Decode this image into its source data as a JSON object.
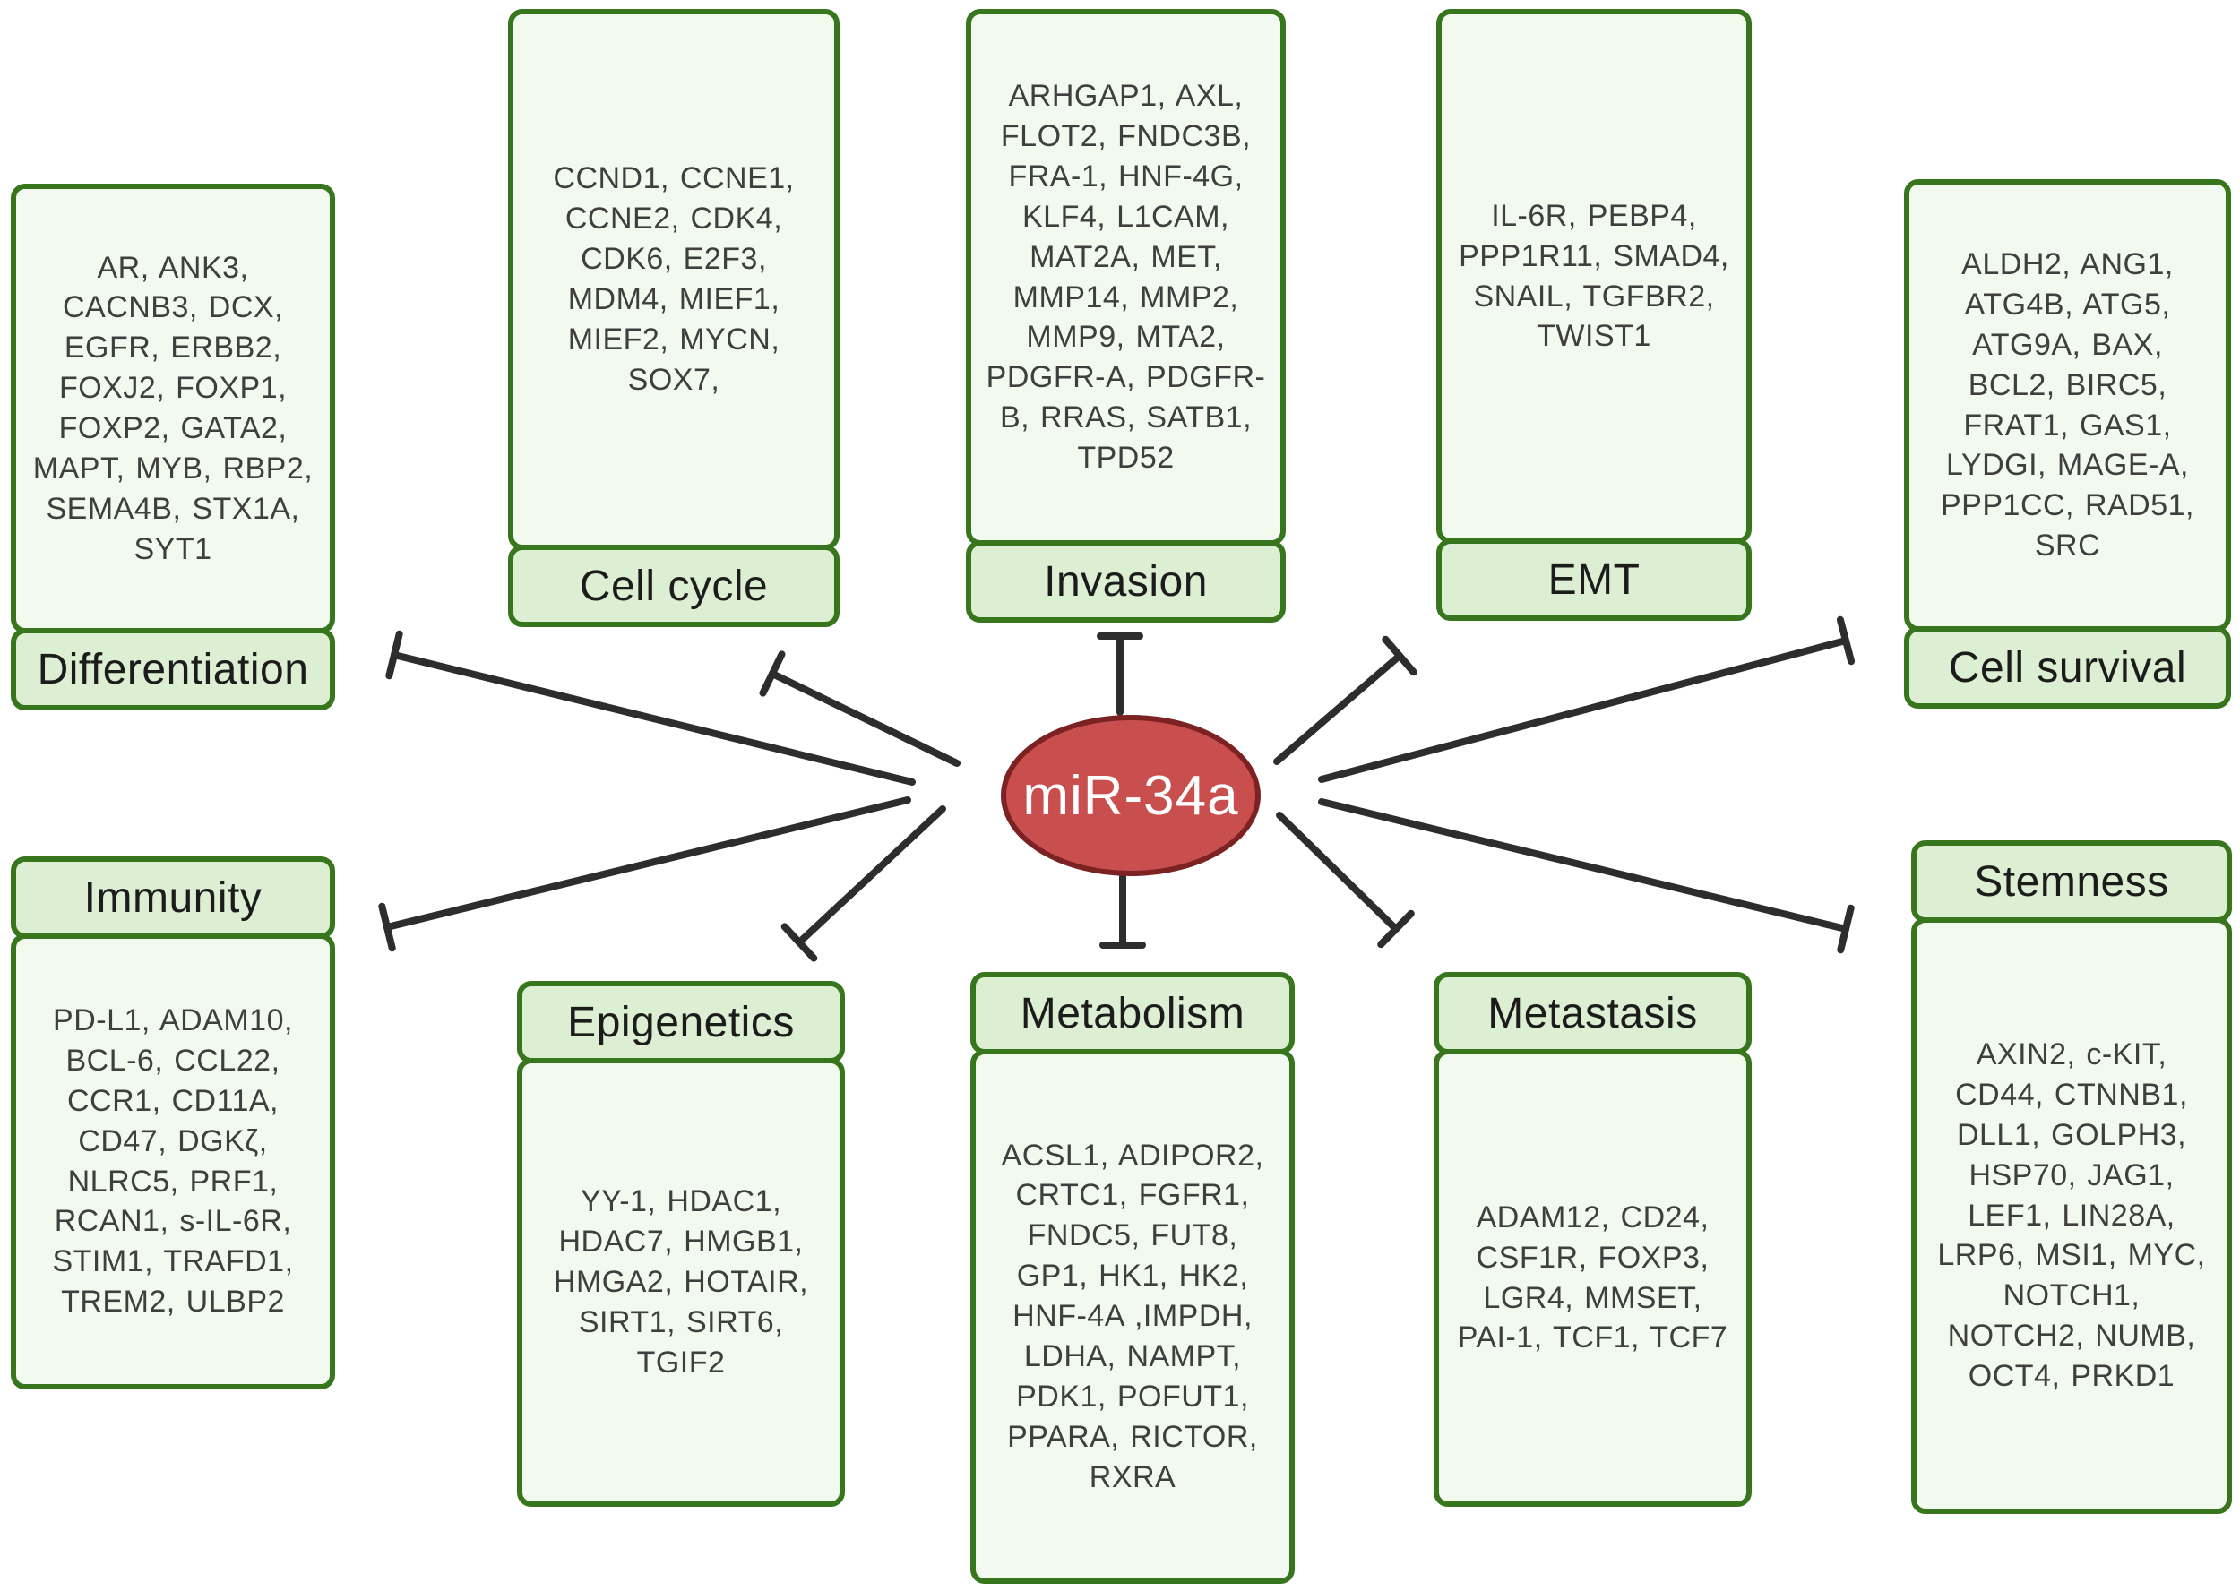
{
  "diagram": {
    "center_node": {
      "label": "miR-34a"
    },
    "relation_type": "inhibition",
    "categories": [
      {
        "id": "differentiation",
        "title": "Differentiation",
        "genes": "AR, ANK3, CACNB3, DCX, EGFR, ERBB2, FOXJ2, FOXP1, FOXP2, GATA2, MAPT, MYB, RBP2, SEMA4B, STX1A, SYT1"
      },
      {
        "id": "cell-cycle",
        "title": "Cell cycle",
        "genes": "CCND1, CCNE1, CCNE2, CDK4, CDK6, E2F3, MDM4, MIEF1, MIEF2, MYCN, SOX7,"
      },
      {
        "id": "invasion",
        "title": "Invasion",
        "genes": "ARHGAP1, AXL, FLOT2, FNDC3B, FRA-1, HNF-4G, KLF4, L1CAM, MAT2A, MET, MMP14, MMP2, MMP9, MTA2, PDGFR-A, PDGFR-B, RRAS, SATB1, TPD52"
      },
      {
        "id": "emt",
        "title": "EMT",
        "genes": "IL-6R, PEBP4, PPP1R11, SMAD4, SNAIL, TGFBR2, TWIST1"
      },
      {
        "id": "cell-survival",
        "title": "Cell survival",
        "genes": "ALDH2, ANG1, ATG4B, ATG5, ATG9A, BAX, BCL2, BIRC5, FRAT1, GAS1, LYDGI, MAGE-A, PPP1CC, RAD51, SRC"
      },
      {
        "id": "immunity",
        "title": "Immunity",
        "genes": "PD-L1, ADAM10, BCL-6, CCL22, CCR1, CD11A, CD47, DGKζ, NLRC5, PRF1, RCAN1, s-IL-6R, STIM1, TRAFD1, TREM2, ULBP2"
      },
      {
        "id": "epigenetics",
        "title": "Epigenetics",
        "genes": "YY-1, HDAC1, HDAC7, HMGB1, HMGA2, HOTAIR, SIRT1, SIRT6, TGIF2"
      },
      {
        "id": "metabolism",
        "title": "Metabolism",
        "genes": "ACSL1, ADIPOR2, CRTC1, FGFR1, FNDC5, FUT8, GP1, HK1, HK2, HNF-4A ,IMPDH, LDHA, NAMPT, PDK1, POFUT1, PPARA, RICTOR, RXRA"
      },
      {
        "id": "metastasis",
        "title": "Metastasis",
        "genes": "ADAM12, CD24, CSF1R, FOXP3, LGR4, MMSET, PAI-1, TCF1, TCF7"
      },
      {
        "id": "stemness",
        "title": "Stemness",
        "genes": "AXIN2, c-KIT, CD44, CTNNB1, DLL1, GOLPH3, HSP70, JAG1, LEF1, LIN28A, LRP6, MSI1, MYC, NOTCH1, NOTCH2, NUMB, OCT4, PRKD1"
      }
    ],
    "colors": {
      "box_fill": "#f2f9ee",
      "strip_fill": "#ddefd2",
      "border_green": "#38761d",
      "node_fill": "#c94f4f",
      "node_border": "#7c2222",
      "line": "#2d2d2d"
    }
  }
}
